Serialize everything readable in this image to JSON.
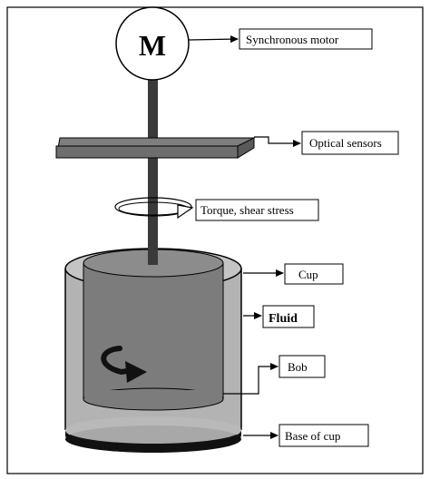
{
  "motor": {
    "symbol": "M"
  },
  "labels": {
    "motor": "Synchronous motor",
    "sensors": "Optical sensors",
    "torque": "Torque, shear stress",
    "cup": "Cup",
    "fluid": "Fluid",
    "bob": "Bob",
    "base": "Base of cup"
  },
  "colors": {
    "shaft": "#3a3a3a",
    "sensor_bar": "#6e6e6e",
    "bob": "#7c7c7c",
    "fluid": "#b3b3b3",
    "base": "#111111"
  }
}
